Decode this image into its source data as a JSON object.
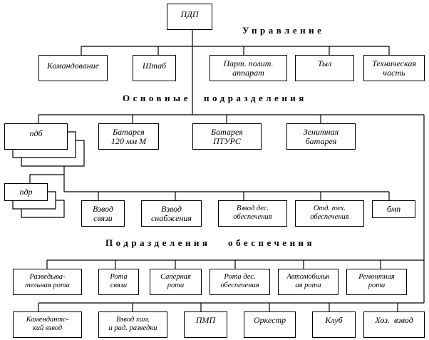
{
  "title": "ПДП",
  "sections": {
    "management": "Управление",
    "main_left": "Основные",
    "main_right": "подразделения",
    "support_left": "Подразделения",
    "support_right": "обеспечения"
  },
  "management_units": [
    {
      "line1": "Командование",
      "line2": ""
    },
    {
      "line1": "Штаб",
      "line2": ""
    },
    {
      "line1": "Парт. полит.",
      "line2": "аппарат"
    },
    {
      "line1": "Тыл",
      "line2": ""
    },
    {
      "line1": "Техническая",
      "line2": "часть"
    }
  ],
  "main_units": [
    {
      "line1": "пдб",
      "line2": ""
    },
    {
      "line1": "Батарея",
      "line2": "120 мм М"
    },
    {
      "line1": "Батарея",
      "line2": "ПТУРС"
    },
    {
      "line1": "Зенитная",
      "line2": "батарея"
    },
    {
      "line1": "пдр",
      "line2": ""
    }
  ],
  "platoons": [
    {
      "line1": "Взвод",
      "line2": "связи"
    },
    {
      "line1": "Взвод",
      "line2": "снабжения"
    },
    {
      "line1": "Взвод дес.",
      "line2": "обеспечения"
    },
    {
      "line1": "Отд. тех.",
      "line2": "обеспечения"
    },
    {
      "line1": "бмп",
      "line2": ""
    }
  ],
  "support_units_row1": [
    {
      "line1": "Разведыва-",
      "line2": "тельная  рота"
    },
    {
      "line1": "Рота",
      "line2": "связи"
    },
    {
      "line1": "Саперная",
      "line2": "рота"
    },
    {
      "line1": "Рота дес.",
      "line2": "обеспечения"
    },
    {
      "line1": "Автомобильн",
      "line2": "ая рота"
    },
    {
      "line1": "Ремонтная",
      "line2": "рота"
    }
  ],
  "support_units_row2": [
    {
      "line1": "Комендантс-",
      "line2": "кий  взвод"
    },
    {
      "line1": "Взвод хим.",
      "line2": "и рад. разведки"
    },
    {
      "line1": "ПМП",
      "line2": ""
    },
    {
      "line1": "Оркестр",
      "line2": ""
    },
    {
      "line1": "Клуб",
      "line2": ""
    },
    {
      "line1": "Хоз.  взвод",
      "line2": ""
    }
  ]
}
